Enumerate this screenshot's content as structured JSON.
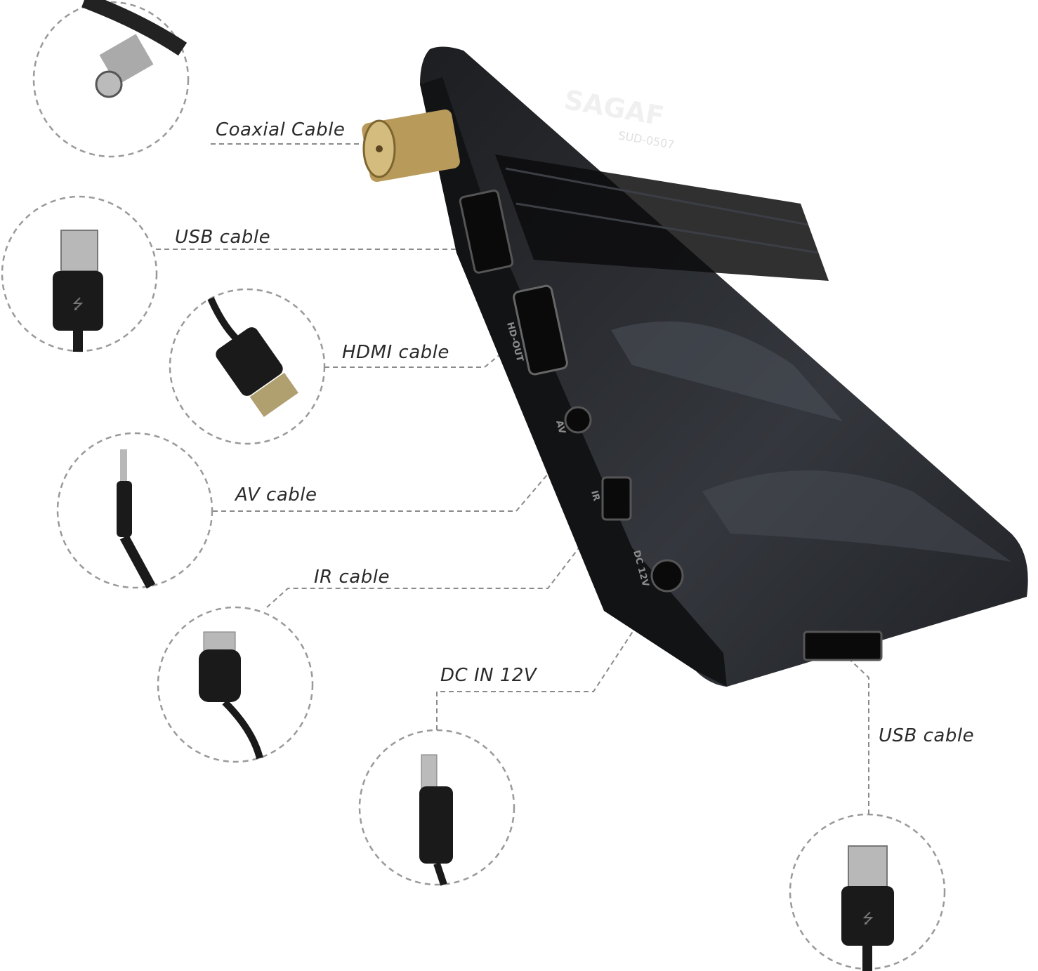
{
  "device": {
    "brand": "SAGAF",
    "model": "SUD-0507",
    "port_marks": [
      "HD-OUT",
      "AV",
      "IR",
      "DC 12V"
    ]
  },
  "labels": {
    "coaxial": "Coaxial Cable",
    "usb_left": "USB cable",
    "hdmi": "HDMI cable",
    "av": "AV cable",
    "ir": "IR cable",
    "dc": "DC IN 12V",
    "usb_bottom": "USB cable"
  },
  "colors": {
    "device": "#2b2d31",
    "connector_gold": "#b89a5a",
    "dashed_line": "#8a8a8a",
    "text": "#2a2a2a"
  }
}
